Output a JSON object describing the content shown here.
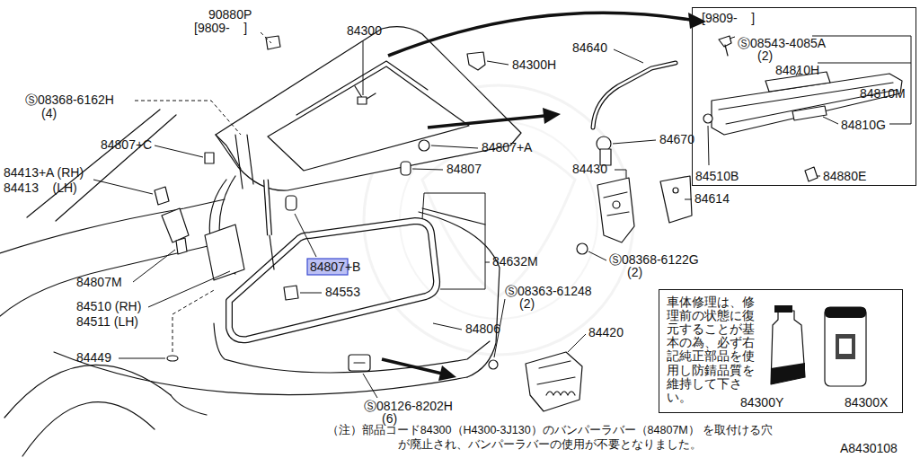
{
  "diagram": {
    "nodes": [
      {
        "text": [
          "[9809-    ]",
          "Ⓢ08543-4085A",
          "(2)",
          "84810H",
          "84810M",
          "84810G",
          "84510B",
          "84880E"
        ]
      },
      {
        "text": [
          "車体修理は、修理前の状態に復元することが基本の為、必ず右記純正部品を使用し防錆品質を維持して下さい。",
          "84300Y",
          "84300X"
        ]
      }
    ],
    "labels": [
      "90880P",
      "[9809-    ]",
      "84300",
      "84300H",
      "Ⓢ08368-6162H",
      "(4)",
      "84807+C",
      "84807+A",
      "84807",
      "84413+A (RH)",
      "84413    (LH)",
      "84807M",
      "84807+B",
      "84553",
      "84632M",
      "84510 (RH)",
      "84511 (LH)",
      "84806",
      "84449",
      "Ⓢ08126-8202H",
      "(6)",
      "Ⓢ08363-61248",
      "(2)",
      "84420",
      "84640",
      "84670",
      "84430",
      "84614",
      "Ⓢ08368-6122G",
      "(2)",
      "（注）部品コード84300（H4300-3J130）のバンパーラバー（84807M） を取付ける穴が廃止され、バンパーラバーの使用が不要となりました。",
      "A8430108"
    ]
  }
}
